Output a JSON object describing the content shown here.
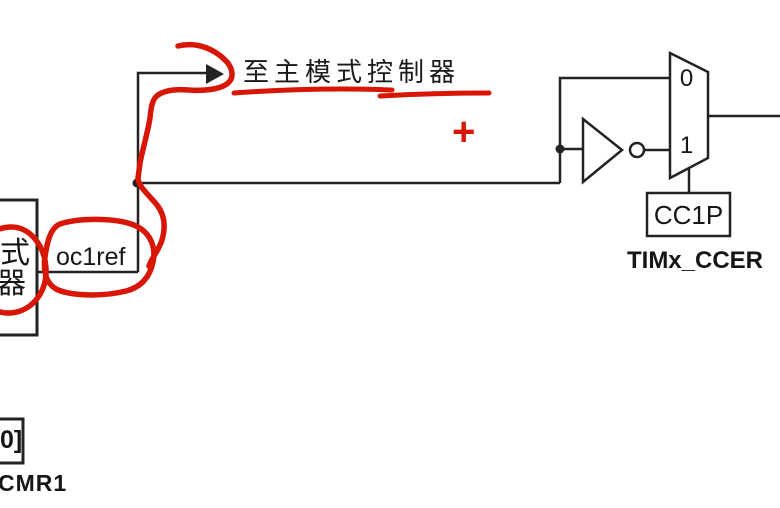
{
  "colors": {
    "background": "#ffffff",
    "line_black": "#232323",
    "annotation_red": "#d81606",
    "text": "#161616"
  },
  "annotations": {
    "to_master_label": "至主模式控制器",
    "plus_mark": "+"
  },
  "wires": {
    "oc1ref_label": "oc1ref"
  },
  "mux": {
    "input0_label": "0",
    "input1_label": "1"
  },
  "polarity": {
    "box_label": "CC1P",
    "register_label": "TIMx_CCER"
  },
  "mode_controller_box": {
    "line1_visible": "式",
    "line2_visible": "器"
  },
  "ccmr1_box": {
    "field_visible": "0]",
    "register_visible": "CMR1"
  }
}
